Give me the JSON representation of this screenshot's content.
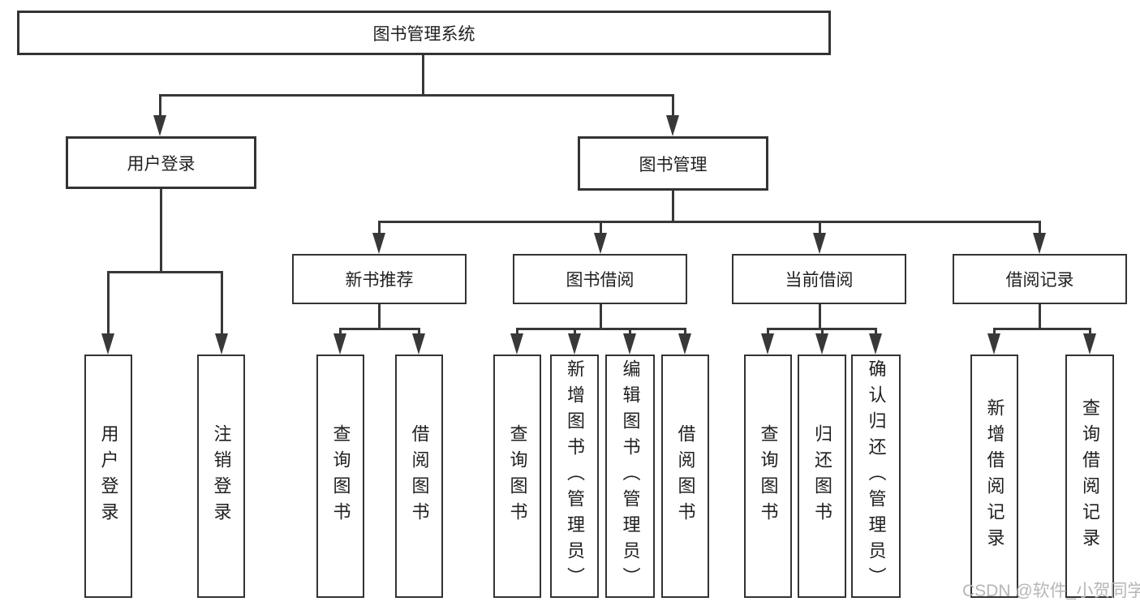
{
  "tree": {
    "label": "图书管理系统",
    "children": [
      {
        "label": "用户登录",
        "children": [
          {
            "label": "用户登录"
          },
          {
            "label": "注销登录"
          }
        ]
      },
      {
        "label": "图书管理",
        "children": [
          {
            "label": "新书推荐",
            "children": [
              {
                "label": "查询图书"
              },
              {
                "label": "借阅图书"
              }
            ]
          },
          {
            "label": "图书借阅",
            "children": [
              {
                "label": "查询图书"
              },
              {
                "label": "新增图书（管理员）"
              },
              {
                "label": "编辑图书（管理员）"
              },
              {
                "label": "借阅图书"
              }
            ]
          },
          {
            "label": "当前借阅",
            "children": [
              {
                "label": "查询图书"
              },
              {
                "label": "归还图书"
              },
              {
                "label": "确认归还（管理员）"
              }
            ]
          },
          {
            "label": "借阅记录",
            "children": [
              {
                "label": "新增借阅记录"
              },
              {
                "label": "查询借阅记录"
              }
            ]
          }
        ]
      }
    ]
  },
  "watermark": {
    "text": "CSDN @软件_小贺同学",
    "color": "#b6b6b6"
  },
  "colors": {
    "line": "#383838",
    "box_border": "#333333",
    "box_fill": "#ffffff",
    "text": "#1f1f1f",
    "background": "#ffffff"
  }
}
